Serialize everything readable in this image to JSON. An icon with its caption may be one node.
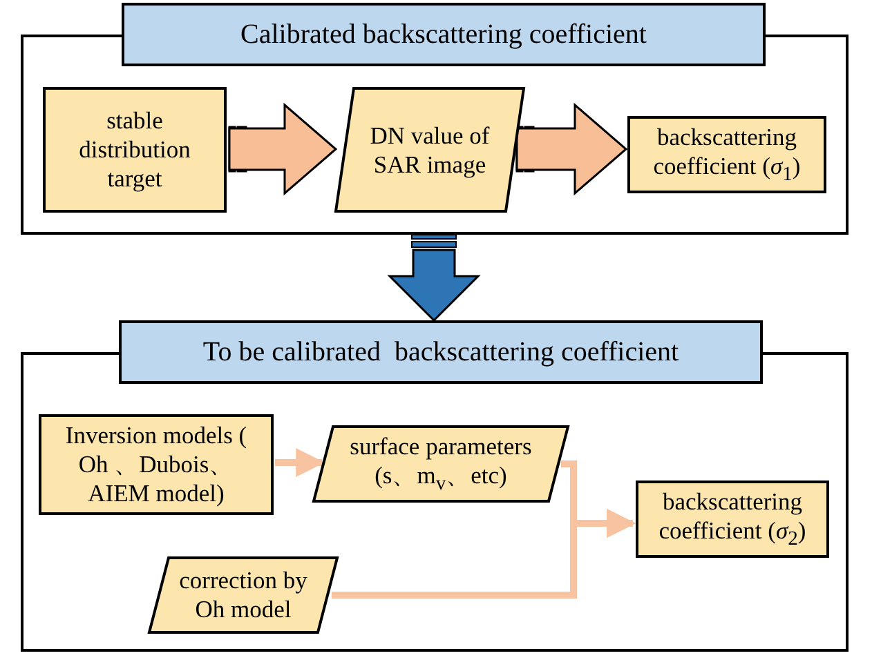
{
  "diagram": {
    "nodes": [
      {
        "text": [
          "Calibrated backscattering coefficient"
        ]
      },
      {
        "text": [
          "stable distribution target"
        ],
        "in": 0
      },
      {
        "text": [
          "DN value of SAR image"
        ],
        "in": 0
      },
      {
        "text": [
          "backscattering coefficient (*σ*$_{1}$)"
        ],
        "in": 0
      },
      {
        "text": [
          "To be calibrated  backscattering coefficient"
        ]
      },
      {
        "text": [
          "Inversion models ( Oh 、Dubois、 AIEM model)"
        ],
        "in": 4
      },
      {
        "text": [
          "surface parameters (s、m$_{v}$、etc)"
        ],
        "in": 4
      },
      {
        "text": [
          "backscattering coefficient (*σ*$_{2}$)"
        ],
        "in": 4
      },
      {
        "text": [
          "correction by Oh model"
        ],
        "in": 4
      }
    ],
    "edges": [
      {
        "from": 1,
        "to": 2,
        "arrow": "to",
        "style": "thick"
      },
      {
        "from": 2,
        "to": 3,
        "arrow": "to",
        "style": "thick"
      },
      {
        "from": 0,
        "to": 4,
        "arrow": "to",
        "style": "thick",
        "color": "#2e75b6"
      },
      {
        "from": 5,
        "to": 6,
        "arrow": "to"
      },
      {
        "from": 6,
        "to": 7,
        "arrow": "to"
      },
      {
        "from": 8,
        "to": 7,
        "arrow": "to"
      }
    ]
  }
}
